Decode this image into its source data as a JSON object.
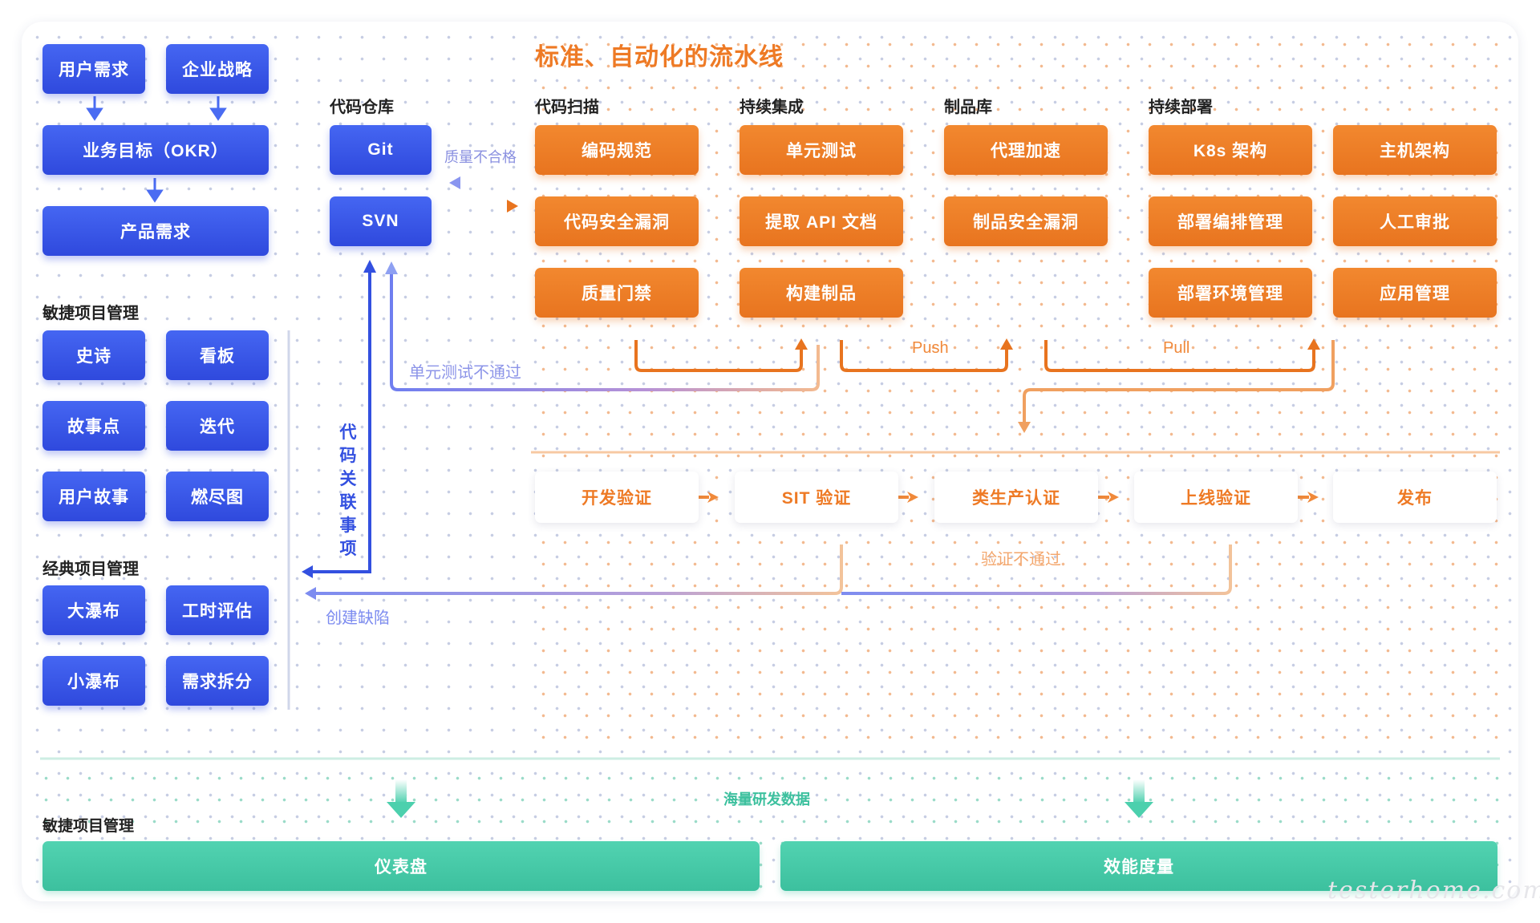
{
  "title": "标准、自动化的流水线",
  "left": {
    "top_boxes": [
      "用户需求",
      "企业战略"
    ],
    "okr": "业务目标（OKR）",
    "product": "产品需求",
    "agile_label": "敏捷项目管理",
    "agile_items": [
      "史诗",
      "看板",
      "故事点",
      "迭代",
      "用户故事",
      "燃尽图"
    ],
    "classic_label": "经典项目管理",
    "classic_items": [
      "大瀑布",
      "工时评估",
      "小瀑布",
      "需求拆分"
    ]
  },
  "repo": {
    "label": "代码仓库",
    "items": [
      "Git",
      "SVN"
    ]
  },
  "stages": {
    "scan": {
      "label": "代码扫描",
      "items": [
        "编码规范",
        "代码安全漏洞",
        "质量门禁"
      ]
    },
    "ci": {
      "label": "持续集成",
      "items": [
        "单元测试",
        "提取 API 文档",
        "构建制品"
      ]
    },
    "artifact": {
      "label": "制品库",
      "items": [
        "代理加速",
        "制品安全漏洞"
      ]
    },
    "cd": {
      "label": "持续部署",
      "items": [
        "K8s 架构",
        "部署编排管理",
        "部署环境管理"
      ]
    },
    "cd2": {
      "items": [
        "主机架构",
        "人工审批",
        "应用管理"
      ]
    }
  },
  "notes": {
    "quality_fail": "质量不合格",
    "unit_fail": "单元测试不通过",
    "push": "Push",
    "pull": "Pull",
    "code_link": "代码关联事项",
    "verify_fail": "验证不通过",
    "create_defect": "创建缺陷",
    "data": "海量研发数据"
  },
  "verify": [
    "开发验证",
    "SIT 验证",
    "类生产认证",
    "上线验证",
    "发布"
  ],
  "bottom": {
    "label": "敏捷项目管理",
    "items": [
      "仪表盘",
      "效能度量"
    ]
  },
  "watermark": "testerhome.com",
  "colors": {
    "blue": "#3350e0",
    "orange": "#ee7a25",
    "green": "#3cc09e",
    "purple": "#a08ad8"
  }
}
